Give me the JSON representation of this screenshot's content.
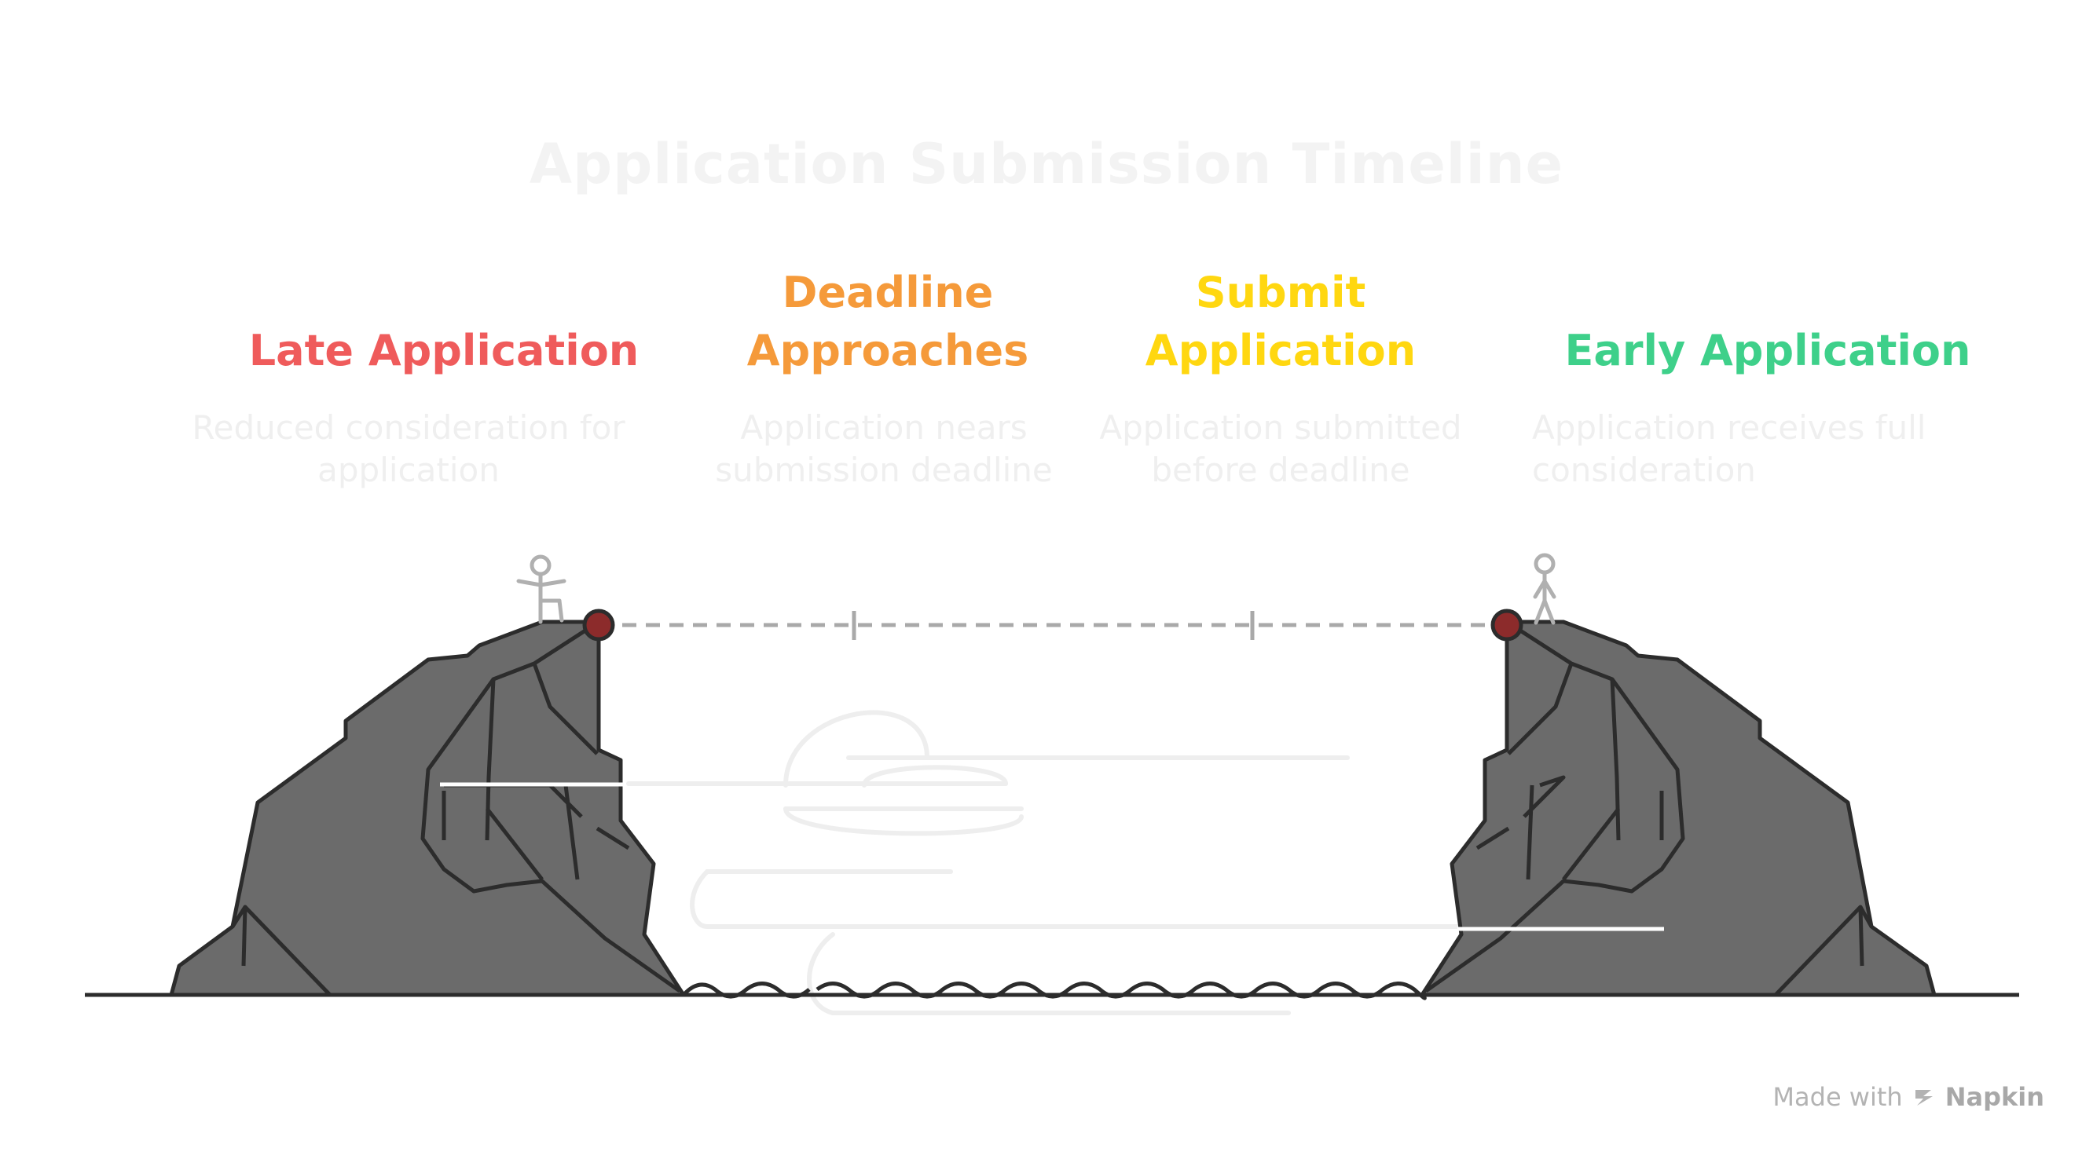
{
  "title": "Application Submission Timeline",
  "stages": [
    {
      "id": "late",
      "name": "Late Application",
      "description": "Reduced consideration for application",
      "color": "#ef5b5b"
    },
    {
      "id": "deadline",
      "name": "Deadline Approaches",
      "description": "Application nears submission deadline",
      "color": "#f59a3a"
    },
    {
      "id": "submit",
      "name": "Submit Application",
      "description": "Application submitted before deadline",
      "color": "#ffd710"
    },
    {
      "id": "early",
      "name": "Early Application",
      "description": "Application receives full consideration",
      "color": "#3ed08a"
    }
  ],
  "colors": {
    "rock": "#6b6b6b",
    "outline": "#2c2c2c",
    "endpoint": "#8c2b2b",
    "dashed_line": "#a9a9a9",
    "figure": "#b0b0b0"
  },
  "icons": {
    "left_figure": "stick-figure-running-icon",
    "right_figure": "stick-figure-standing-icon",
    "brand_logo": "napkin-logo-icon"
  },
  "footer": {
    "made_with": "Made with",
    "brand": "Napkin"
  }
}
